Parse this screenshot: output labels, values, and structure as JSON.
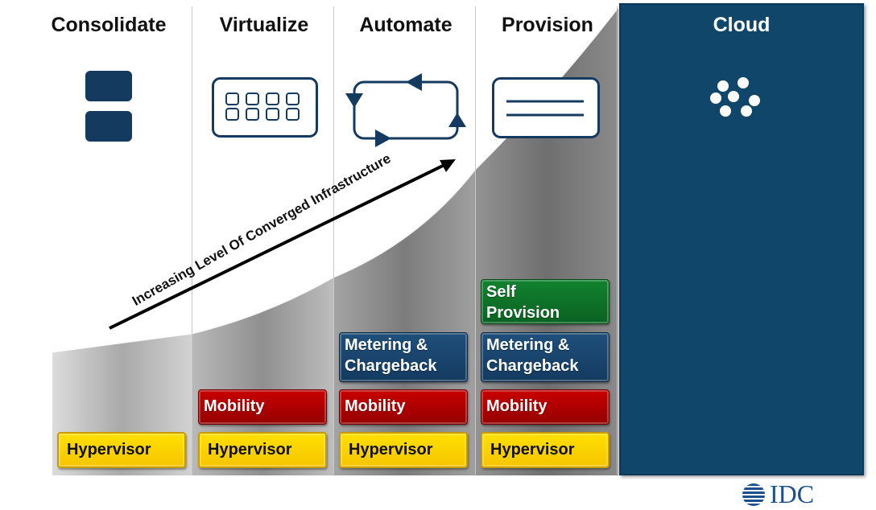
{
  "columns": [
    {
      "title": "Consolidate"
    },
    {
      "title": "Virtualize"
    },
    {
      "title": "Automate"
    },
    {
      "title": "Provision"
    }
  ],
  "cloud": {
    "title": "Cloud"
  },
  "arrow_label": "Increasing Level Of Converged Infrastructure",
  "blocks": {
    "hypervisor": "Hypervisor",
    "mobility": "Mobility",
    "metering_line1": "Metering &",
    "metering_line2": "Chargeback",
    "self_line1": "Self",
    "self_line2": "Provision"
  },
  "logo": {
    "text": "IDC"
  },
  "colors": {
    "navy": "#143a5f",
    "hypervisor": "#ffd200",
    "mobility": "#b00000",
    "self_provision": "#0a6a25",
    "cloud": "#0f4669"
  }
}
